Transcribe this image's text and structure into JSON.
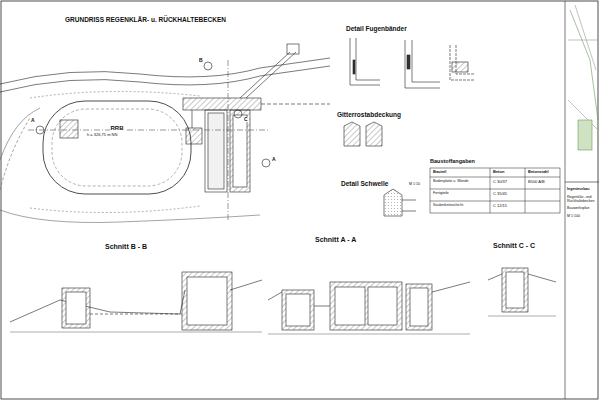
{
  "diagram": {
    "title": "GRUNDRISS REGENKLÄR- u. RÜCKHALTEBECKEN",
    "nodes": [
      {
        "text": [
          "RRB"
        ]
      },
      {
        "text": [
          "Baustoffangaben"
        ]
      },
      {
        "text": [
          "Ingenieurbau",
          "Regenklär- und Rückhaltebecken",
          "Bauwerksplan",
          "M 1:100"
        ]
      }
    ],
    "labels": [
      "Detail Fugenbänder",
      "Gitterrostabdeckung",
      "Detail Schwelle",
      "M 1:10",
      "Schnitt B - B",
      "Schnitt A - A",
      "Schnitt C - C",
      "A",
      "A",
      "B",
      "C",
      "h = 326,75 m NN",
      "Bauteil",
      "Beton",
      "Betonstahl",
      "Bodenplatte u. Wände",
      "C 30/37",
      "B500 A/B",
      "Fertigteile",
      "C 35/45",
      "Sauberkeitsschicht",
      "C 12/15"
    ]
  }
}
